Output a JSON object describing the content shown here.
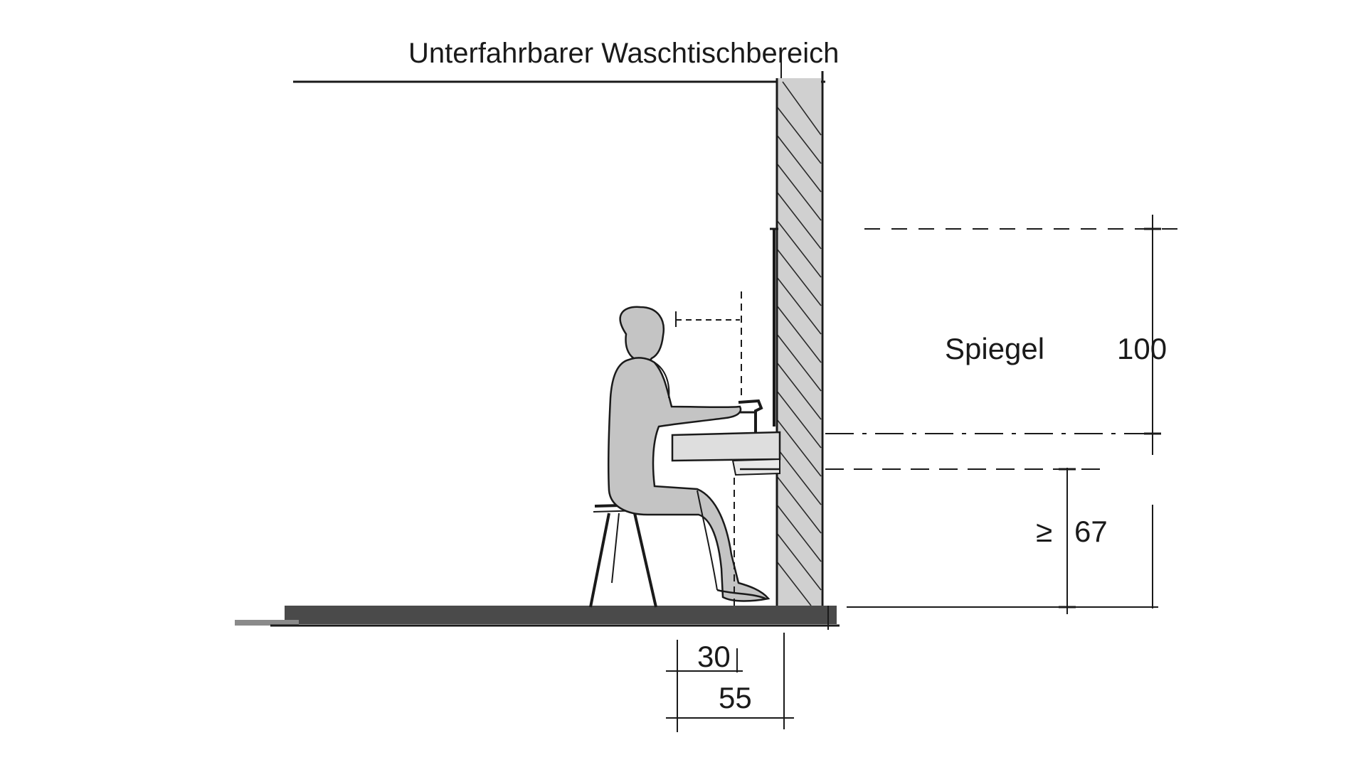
{
  "diagram": {
    "title": "Unterfahrbarer Waschtischbereich",
    "mirror_label": "Spiegel",
    "mirror_height": "100",
    "underclearance_operator": "≥",
    "underclearance_height": "67",
    "knee_depth": "30",
    "toe_depth": "55"
  },
  "colors": {
    "ink": "#1a1a1a",
    "floor": "#4a4a4a",
    "figure": "#c4c4c4",
    "basin": "#dedede",
    "wall_shade": "#d0d0d0"
  }
}
